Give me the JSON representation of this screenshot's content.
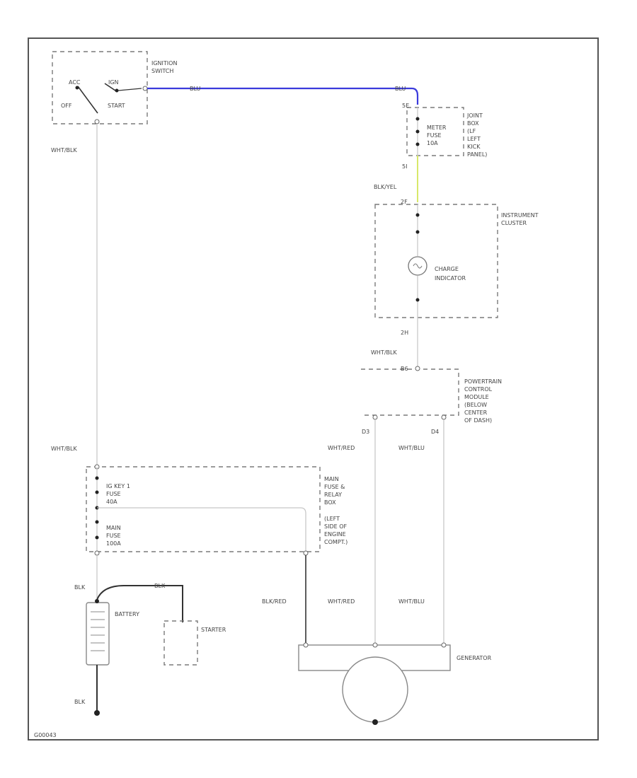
{
  "colors": {
    "ign_wire": "#3b3bdc",
    "meter_wire": "#d8e86a",
    "wire": "#c8c8c8",
    "frame": "#555555"
  },
  "ignition_switch": {
    "name_1": "IGNITION",
    "name_2": "SWITCH",
    "acc": "ACC",
    "ign": "IGN",
    "off": "OFF",
    "start": "START"
  },
  "wires": {
    "ign_out": "BLU",
    "ign_out_2": "BLU",
    "sw_to_fuse": "WHT/BLK",
    "sw_to_fuse_2": "WHT/BLK",
    "fuse_to_cluster": "BLK/YEL",
    "cluster_to_pcm": "WHT/BLK",
    "pcm_c1": "WHT/RED",
    "pcm_c2": "WHT/BLU",
    "gen_1": "BLK/RED",
    "gen_2": "WHT/RED",
    "gen_3": "WHT/BLU",
    "batt_pos": "BLK",
    "starter": "BLK",
    "ground": "BLK"
  },
  "junction_box": {
    "pin_in": "5E",
    "pin_out": "5I",
    "fuse_1": "METER",
    "fuse_2": "FUSE",
    "fuse_3": "10A",
    "name_1": "JOINT",
    "name_2": "BOX",
    "name_3": "(LF",
    "name_4": "LEFT",
    "name_5": "KICK",
    "name_6": "PANEL)"
  },
  "cluster": {
    "pin_in": "2F",
    "pin_out": "2H",
    "name_1": "INSTRUMENT",
    "name_2": "CLUSTER",
    "indicator_1": "CHARGE",
    "indicator_2": "INDICATOR"
  },
  "pcm": {
    "pin_in": "B6",
    "pin_c1": "D3",
    "pin_c2": "D4",
    "name_1": "POWERTRAIN",
    "name_2": "CONTROL",
    "name_3": "MODULE",
    "name_4": "(BELOW",
    "name_5": "CENTER",
    "name_6": "OF DASH)"
  },
  "main_box": {
    "fuse1_1": "IG KEY 1",
    "fuse1_2": "FUSE",
    "fuse1_3": "40A",
    "fuse2_1": "MAIN",
    "fuse2_2": "FUSE",
    "fuse2_3": "100A",
    "name_1": "MAIN",
    "name_2": "FUSE &",
    "name_3": "RELAY",
    "name_4": "BOX",
    "name_5": "(LEFT",
    "name_6": "SIDE OF",
    "name_7": "ENGINE",
    "name_8": "COMPT.)"
  },
  "battery": {
    "label": "BATTERY"
  },
  "starter": {
    "label": "STARTER"
  },
  "generator": {
    "label": "GENERATOR"
  },
  "footer": {
    "code": "G00043"
  }
}
